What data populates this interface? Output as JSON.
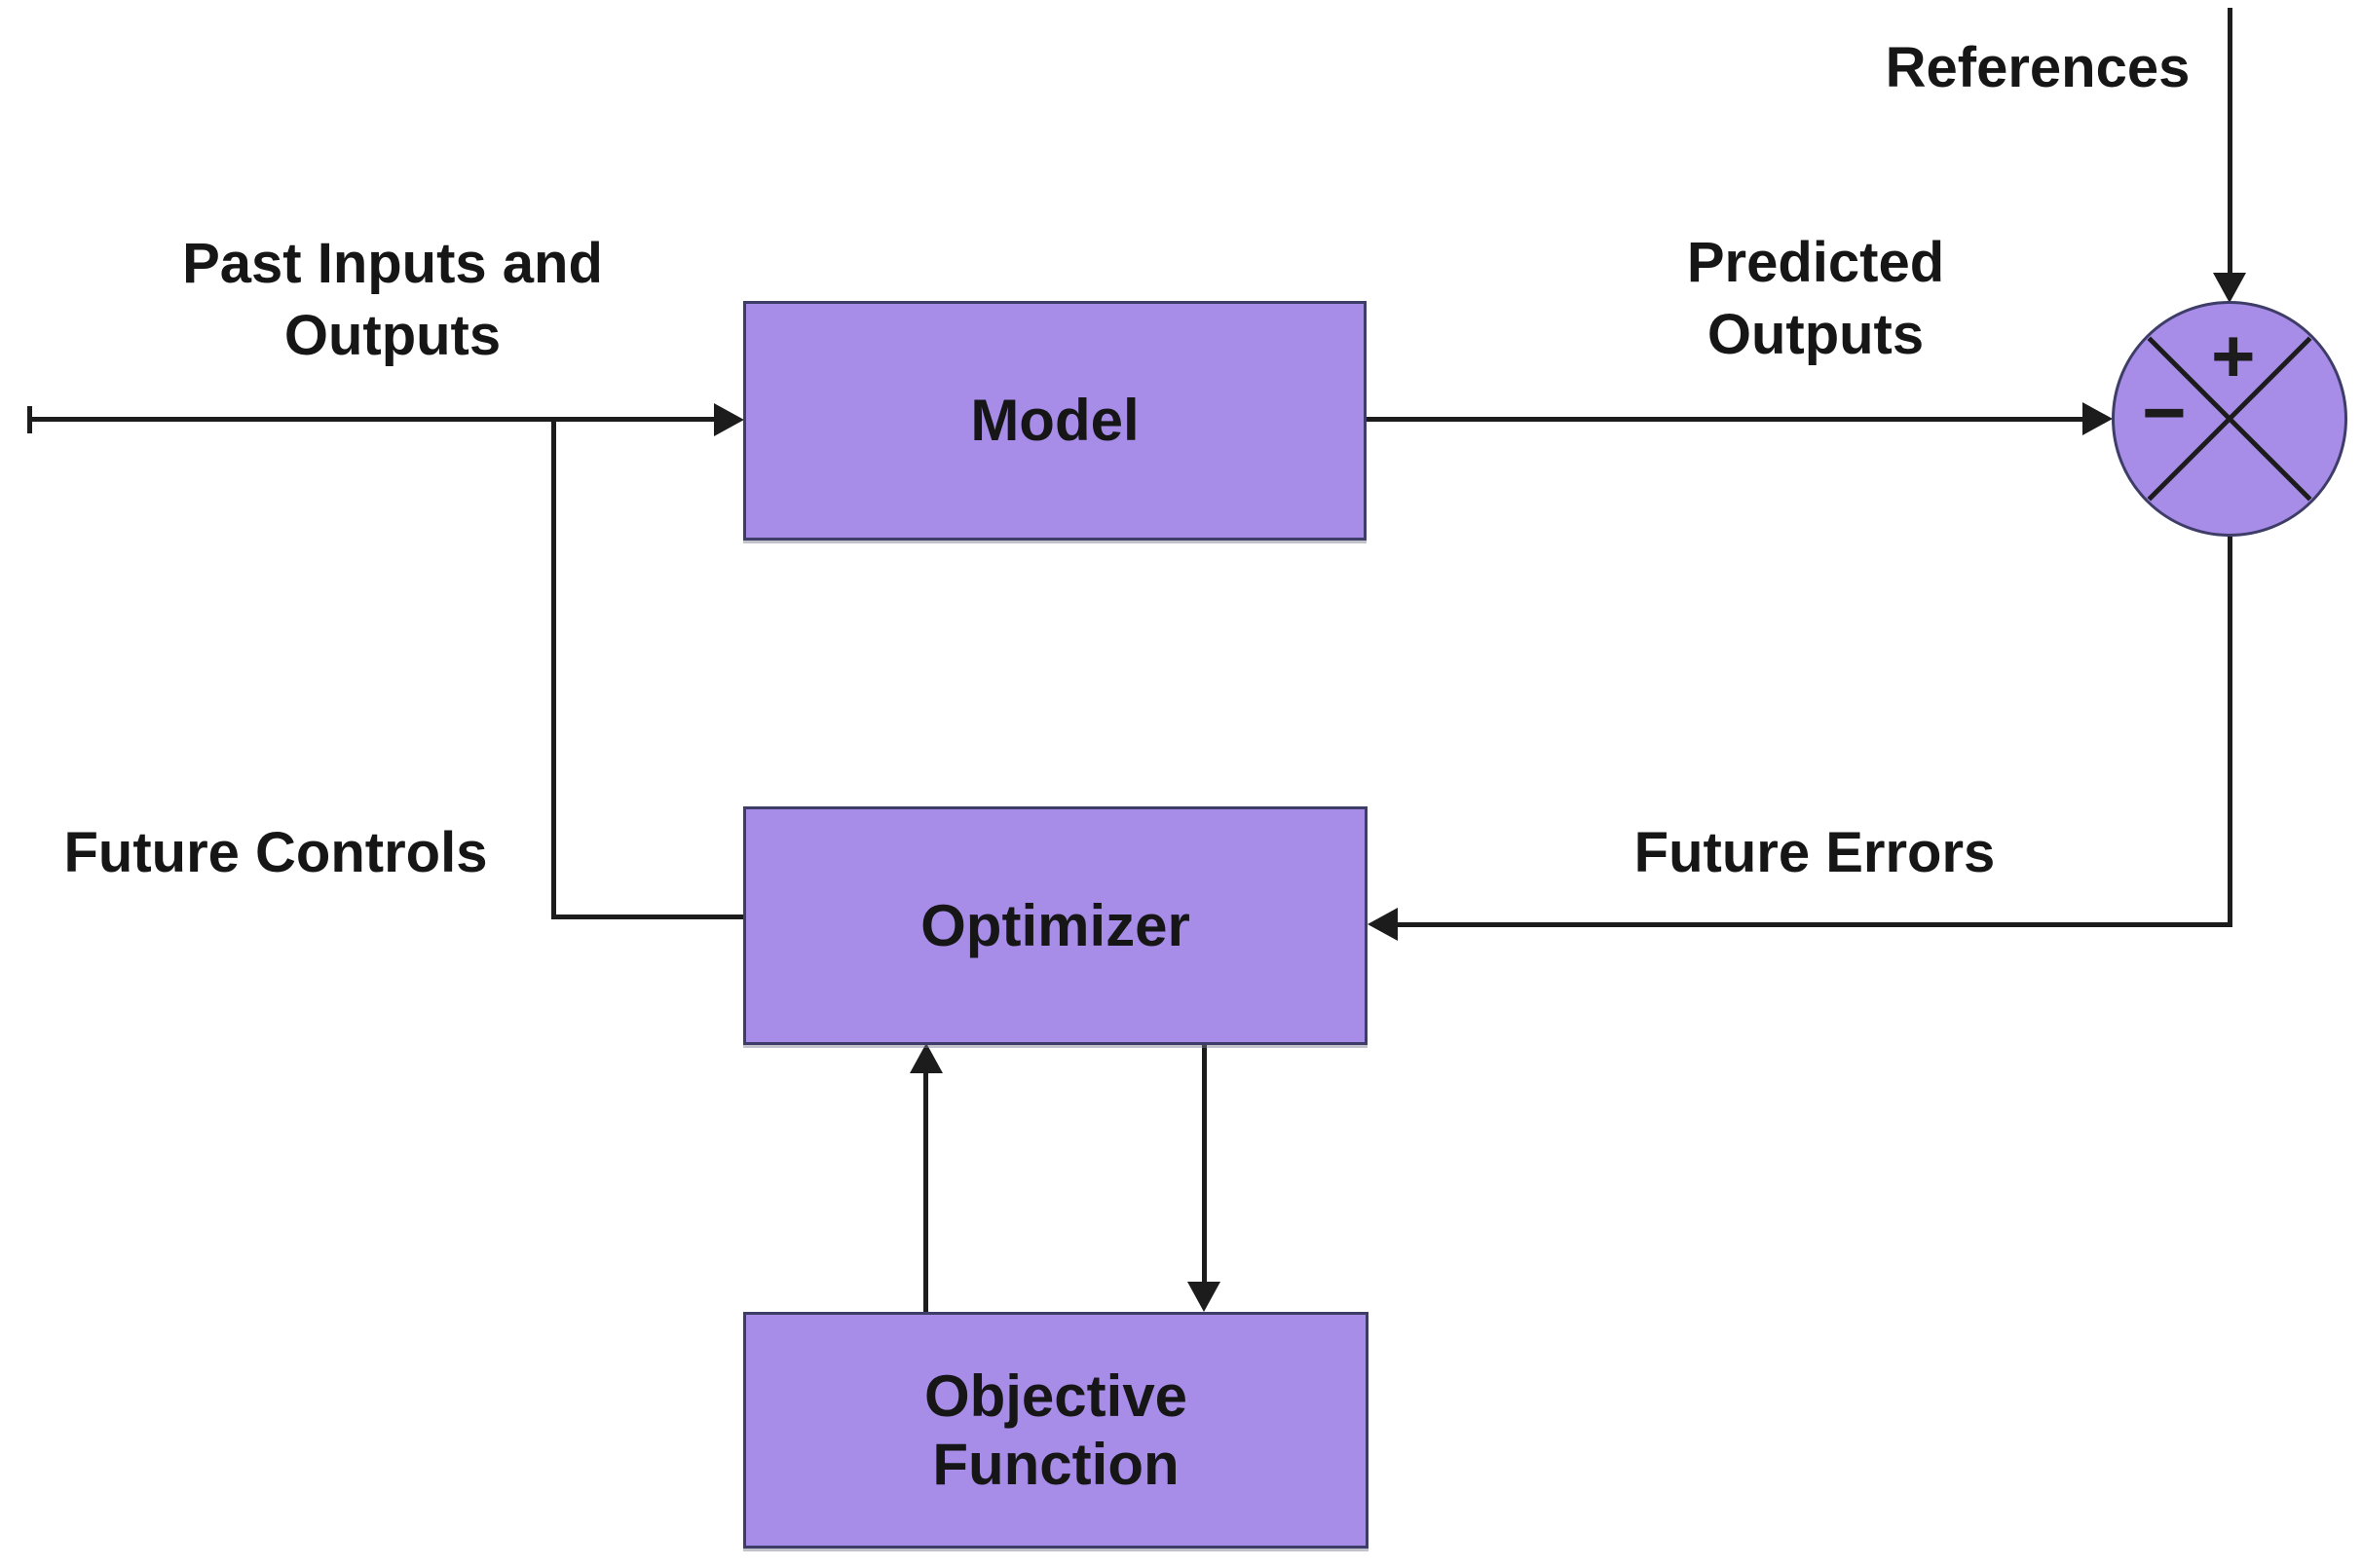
{
  "labels": {
    "past_io_line1": "Past Inputs and",
    "past_io_line2": "Outputs",
    "references": "References",
    "predicted_line1": "Predicted",
    "predicted_line2": "Outputs",
    "future_controls": "Future Controls",
    "future_errors": "Future Errors"
  },
  "boxes": {
    "model": {
      "label": "Model"
    },
    "optimizer": {
      "label": "Optimizer"
    },
    "objective": {
      "line1": "Objective",
      "line2": "Function"
    }
  },
  "summing_junction": {
    "plus": "+",
    "minus": "−"
  },
  "colors": {
    "box_fill": "#a78ce8",
    "box_border": "#3e3d68",
    "line": "#1c1c1c",
    "text": "#161616",
    "background": "#ffffff"
  }
}
